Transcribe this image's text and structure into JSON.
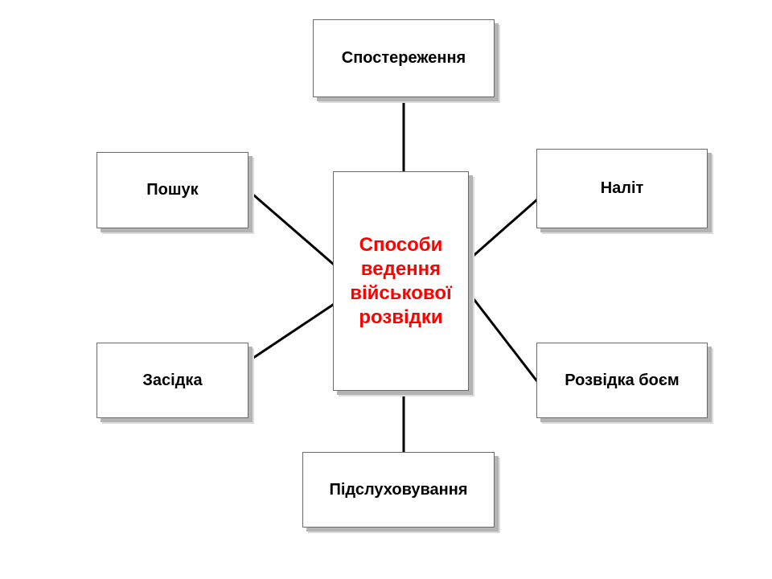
{
  "diagram": {
    "center": {
      "lines": [
        "Способи",
        "ведення",
        "військової",
        "розвідки"
      ],
      "color": "#ff0000"
    },
    "nodes": {
      "top": "Спостереження",
      "left_upper": "Пошук",
      "right_upper": "Наліт",
      "left_lower": "Засідка",
      "right_lower": "Розвідка боєм",
      "bottom": "Підслуховування"
    }
  }
}
